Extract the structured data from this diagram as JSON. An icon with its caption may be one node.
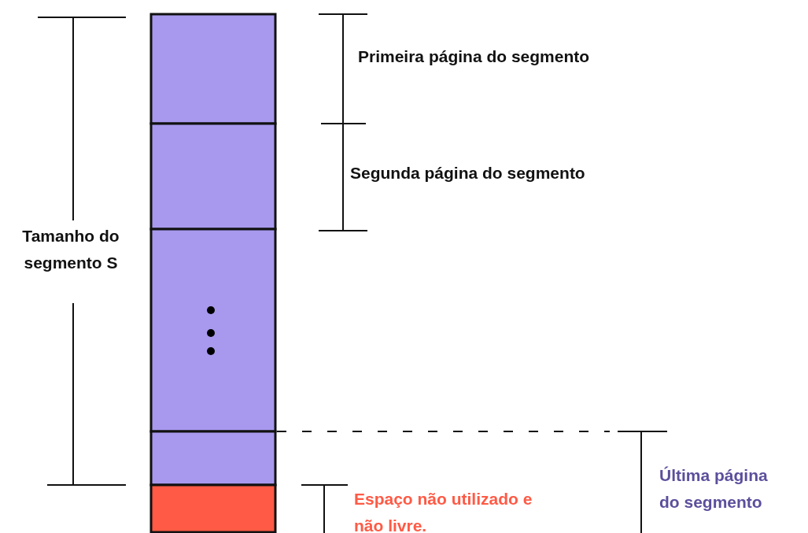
{
  "diagram": {
    "labels": [
      "Primeira página do segmento",
      "Segunda página do segmento",
      "Tamanho do segmento S",
      "Espaço não utilizado e não livre.",
      "Última página do segmento"
    ]
  }
}
